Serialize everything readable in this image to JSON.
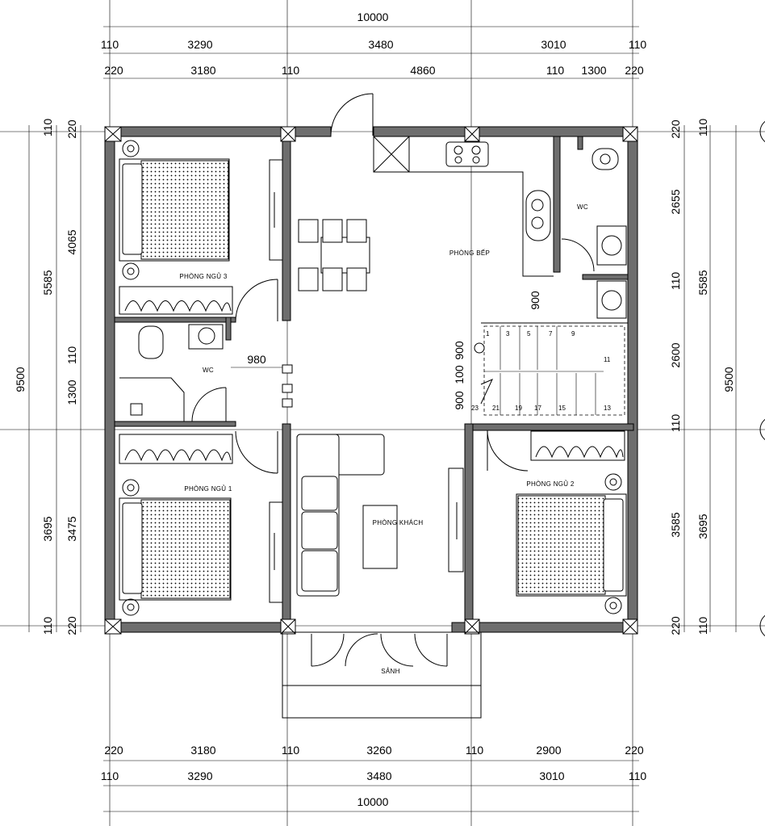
{
  "dimensions": {
    "top": {
      "overall": "10000",
      "row1": [
        "110",
        "3290",
        "3480",
        "3010",
        "110"
      ],
      "row2": [
        "220",
        "3180",
        "110",
        "4860",
        "110",
        "1300",
        "220"
      ]
    },
    "bottom": {
      "row1": [
        "220",
        "3180",
        "110",
        "3260",
        "110",
        "2900",
        "220"
      ],
      "row2": [
        "110",
        "3290",
        "3480",
        "3010",
        "110"
      ],
      "overall": "10000"
    },
    "left": {
      "overall": "9500",
      "outer": [
        "5585",
        "3695"
      ],
      "inner": [
        "110",
        "220",
        "4065",
        "110",
        "1300",
        "3475",
        "220",
        "110"
      ]
    },
    "right": {
      "overall": "9500",
      "outer": [
        "5585",
        "3695"
      ],
      "inner": [
        "110",
        "220",
        "2655",
        "110",
        "2600",
        "110",
        "3585",
        "220",
        "110"
      ]
    },
    "interior": [
      "980",
      "900",
      "900",
      "100",
      "900"
    ]
  },
  "rooms": {
    "bedroom_3": "PHÒNG NGỦ 3",
    "bedroom_1": "PHÒNG NGỦ 1",
    "bedroom_2": "PHÒNG NGỦ 2",
    "kitchen": "PHÒNG BẾP",
    "living": "PHÒNG KHÁCH",
    "wc_left": "WC",
    "wc_right": "WC",
    "lobby": "SẢNH"
  },
  "stairs": {
    "steps": [
      "1",
      "3",
      "5",
      "7",
      "9",
      "11",
      "13",
      "15",
      "17",
      "19",
      "21",
      "23"
    ]
  }
}
